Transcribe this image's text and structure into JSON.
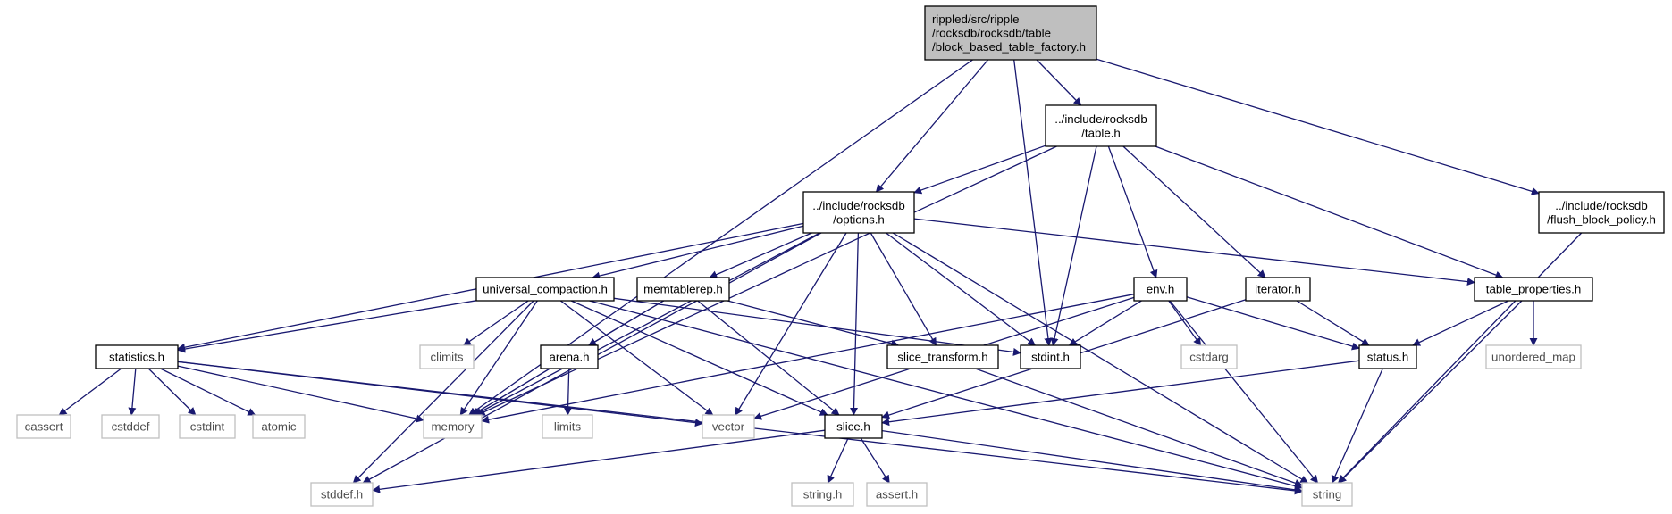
{
  "colors": {
    "edge": "#191970",
    "node_border": "#000000",
    "system_border": "#bfbfbf",
    "root_fill": "#bfbfbf",
    "node_fill": "#ffffff"
  },
  "nodes": [
    {
      "id": "root",
      "kind": "root",
      "lines": [
        "rippled/src/ripple",
        "/rocksdb/rocksdb/table",
        "/block_based_table_factory.h"
      ]
    },
    {
      "id": "table_h",
      "kind": "header",
      "lines": [
        "../include/rocksdb",
        "/table.h"
      ]
    },
    {
      "id": "options_h",
      "kind": "header",
      "lines": [
        "../include/rocksdb",
        "/options.h"
      ]
    },
    {
      "id": "flush_block_policy_h",
      "kind": "header",
      "lines": [
        "../include/rocksdb",
        "/flush_block_policy.h"
      ]
    },
    {
      "id": "universal_compaction_h",
      "kind": "header",
      "lines": [
        "universal_compaction.h"
      ]
    },
    {
      "id": "memtablerep_h",
      "kind": "header",
      "lines": [
        "memtablerep.h"
      ]
    },
    {
      "id": "env_h",
      "kind": "header",
      "lines": [
        "env.h"
      ]
    },
    {
      "id": "iterator_h",
      "kind": "header",
      "lines": [
        "iterator.h"
      ]
    },
    {
      "id": "table_properties_h",
      "kind": "header",
      "lines": [
        "table_properties.h"
      ]
    },
    {
      "id": "statistics_h",
      "kind": "header",
      "lines": [
        "statistics.h"
      ]
    },
    {
      "id": "climits",
      "kind": "system",
      "lines": [
        "climits"
      ]
    },
    {
      "id": "arena_h",
      "kind": "header",
      "lines": [
        "arena.h"
      ]
    },
    {
      "id": "slice_transform_h",
      "kind": "header",
      "lines": [
        "slice_transform.h"
      ]
    },
    {
      "id": "stdint_h",
      "kind": "header",
      "lines": [
        "stdint.h"
      ]
    },
    {
      "id": "cstdarg",
      "kind": "system",
      "lines": [
        "cstdarg"
      ]
    },
    {
      "id": "status_h",
      "kind": "header",
      "lines": [
        "status.h"
      ]
    },
    {
      "id": "unordered_map",
      "kind": "system",
      "lines": [
        "unordered_map"
      ]
    },
    {
      "id": "cassert",
      "kind": "system",
      "lines": [
        "cassert"
      ]
    },
    {
      "id": "cstddef",
      "kind": "system",
      "lines": [
        "cstddef"
      ]
    },
    {
      "id": "cstdint",
      "kind": "system",
      "lines": [
        "cstdint"
      ]
    },
    {
      "id": "atomic",
      "kind": "system",
      "lines": [
        "atomic"
      ]
    },
    {
      "id": "memory",
      "kind": "system",
      "lines": [
        "memory"
      ]
    },
    {
      "id": "limits",
      "kind": "system",
      "lines": [
        "limits"
      ]
    },
    {
      "id": "vector",
      "kind": "system",
      "lines": [
        "vector"
      ]
    },
    {
      "id": "slice_h",
      "kind": "header",
      "lines": [
        "slice.h"
      ]
    },
    {
      "id": "stddef_h",
      "kind": "system",
      "lines": [
        "stddef.h"
      ]
    },
    {
      "id": "string_h",
      "kind": "system",
      "lines": [
        "string.h"
      ]
    },
    {
      "id": "assert_h",
      "kind": "system",
      "lines": [
        "assert.h"
      ]
    },
    {
      "id": "string",
      "kind": "system",
      "lines": [
        "string"
      ]
    }
  ],
  "edges": [
    [
      "root",
      "table_h"
    ],
    [
      "root",
      "options_h"
    ],
    [
      "root",
      "flush_block_policy_h"
    ],
    [
      "root",
      "memory"
    ],
    [
      "root",
      "stdint_h"
    ],
    [
      "table_h",
      "options_h"
    ],
    [
      "table_h",
      "memory"
    ],
    [
      "table_h",
      "stdint_h"
    ],
    [
      "table_h",
      "env_h"
    ],
    [
      "table_h",
      "iterator_h"
    ],
    [
      "table_h",
      "table_properties_h"
    ],
    [
      "options_h",
      "universal_compaction_h"
    ],
    [
      "options_h",
      "memtablerep_h"
    ],
    [
      "options_h",
      "statistics_h"
    ],
    [
      "options_h",
      "memory"
    ],
    [
      "options_h",
      "stddef_h"
    ],
    [
      "options_h",
      "vector"
    ],
    [
      "options_h",
      "slice_h"
    ],
    [
      "options_h",
      "slice_transform_h"
    ],
    [
      "options_h",
      "stdint_h"
    ],
    [
      "options_h",
      "string"
    ],
    [
      "options_h",
      "table_properties_h"
    ],
    [
      "flush_block_policy_h",
      "string"
    ],
    [
      "universal_compaction_h",
      "statistics_h"
    ],
    [
      "universal_compaction_h",
      "climits"
    ],
    [
      "universal_compaction_h",
      "memory"
    ],
    [
      "universal_compaction_h",
      "stddef_h"
    ],
    [
      "universal_compaction_h",
      "vector"
    ],
    [
      "universal_compaction_h",
      "slice_h"
    ],
    [
      "universal_compaction_h",
      "stdint_h"
    ],
    [
      "universal_compaction_h",
      "string"
    ],
    [
      "memtablerep_h",
      "arena_h"
    ],
    [
      "memtablerep_h",
      "memory"
    ],
    [
      "memtablerep_h",
      "slice_h"
    ],
    [
      "memtablerep_h",
      "slice_transform_h"
    ],
    [
      "env_h",
      "stdint_h"
    ],
    [
      "env_h",
      "cstdarg"
    ],
    [
      "env_h",
      "status_h"
    ],
    [
      "env_h",
      "memory"
    ],
    [
      "env_h",
      "vector"
    ],
    [
      "env_h",
      "string"
    ],
    [
      "iterator_h",
      "status_h"
    ],
    [
      "iterator_h",
      "slice_h"
    ],
    [
      "table_properties_h",
      "status_h"
    ],
    [
      "table_properties_h",
      "unordered_map"
    ],
    [
      "table_properties_h",
      "string"
    ],
    [
      "statistics_h",
      "cassert"
    ],
    [
      "statistics_h",
      "cstddef"
    ],
    [
      "statistics_h",
      "cstdint"
    ],
    [
      "statistics_h",
      "atomic"
    ],
    [
      "statistics_h",
      "memory"
    ],
    [
      "statistics_h",
      "vector"
    ],
    [
      "statistics_h",
      "string"
    ],
    [
      "arena_h",
      "memory"
    ],
    [
      "arena_h",
      "limits"
    ],
    [
      "slice_transform_h",
      "string"
    ],
    [
      "status_h",
      "slice_h"
    ],
    [
      "status_h",
      "string"
    ],
    [
      "slice_h",
      "stddef_h"
    ],
    [
      "slice_h",
      "string_h"
    ],
    [
      "slice_h",
      "assert_h"
    ],
    [
      "slice_h",
      "string"
    ]
  ]
}
